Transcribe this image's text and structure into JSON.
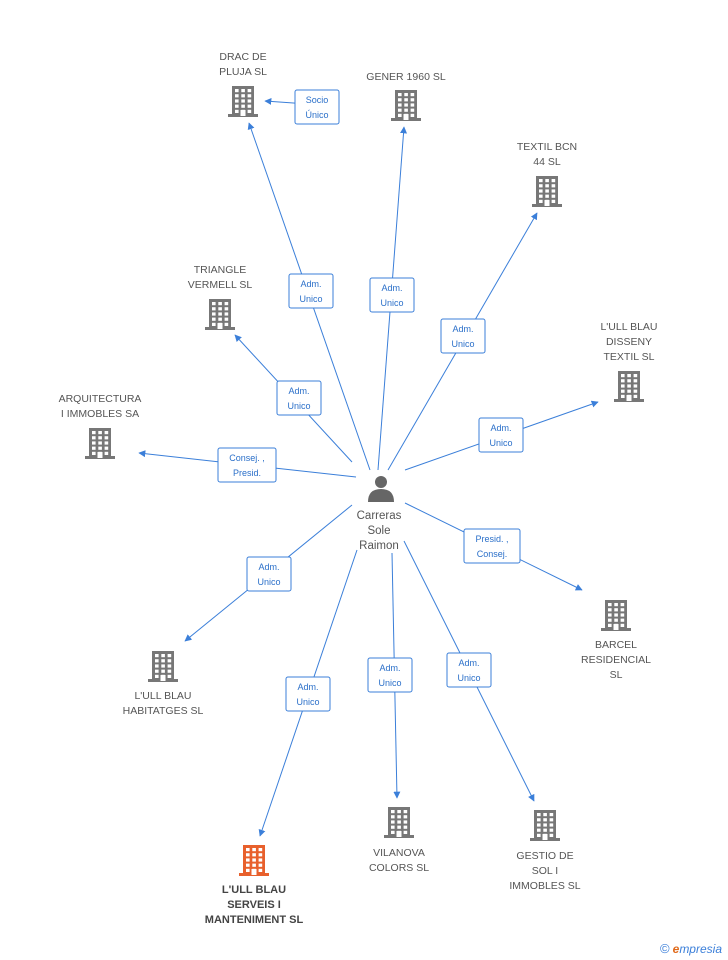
{
  "center": {
    "label_lines": [
      "Carreras",
      "Sole",
      "Raimon"
    ]
  },
  "colors": {
    "edge": "#3b7fd9",
    "building": "#777777",
    "highlight": "#e8602c"
  },
  "companies": [
    {
      "id": "drac",
      "label_lines": [
        "DRAC DE",
        "PLUJA SL"
      ]
    },
    {
      "id": "gener",
      "label_lines": [
        "GENER 1960 SL"
      ]
    },
    {
      "id": "textil44",
      "label_lines": [
        "TEXTIL BCN",
        "44 SL"
      ]
    },
    {
      "id": "triangle",
      "label_lines": [
        "TRIANGLE",
        "VERMELL SL"
      ]
    },
    {
      "id": "disseny",
      "label_lines": [
        "L'ULL BLAU",
        "DISSENY",
        "TEXTIL SL"
      ]
    },
    {
      "id": "arquitectura",
      "label_lines": [
        "ARQUITECTURA",
        "I IMMOBLES SA"
      ]
    },
    {
      "id": "barcel",
      "label_lines": [
        "BARCEL",
        "RESIDENCIAL",
        "SL"
      ]
    },
    {
      "id": "habitatges",
      "label_lines": [
        "L'ULL BLAU",
        "HABITATGES SL"
      ]
    },
    {
      "id": "serveis",
      "label_lines": [
        "L'ULL BLAU",
        "SERVEIS I",
        "MANTENIMENT SL"
      ],
      "highlight": true
    },
    {
      "id": "vilanova",
      "label_lines": [
        "VILANOVA",
        "COLORS SL"
      ]
    },
    {
      "id": "gestio",
      "label_lines": [
        "GESTIO DE",
        "SOL I",
        "IMMOBLES SL"
      ]
    }
  ],
  "edges": [
    {
      "from": "gener",
      "to": "drac",
      "label_lines": [
        "Socio",
        "Único"
      ]
    },
    {
      "from": "center",
      "to": "drac",
      "label_lines": [
        "Adm.",
        "Unico"
      ]
    },
    {
      "from": "center",
      "to": "gener",
      "label_lines": [
        "Adm.",
        "Unico"
      ]
    },
    {
      "from": "center",
      "to": "textil44",
      "label_lines": [
        "Adm.",
        "Unico"
      ]
    },
    {
      "from": "center",
      "to": "triangle",
      "label_lines": [
        "Adm.",
        "Unico"
      ]
    },
    {
      "from": "center",
      "to": "disseny",
      "label_lines": [
        "Adm.",
        "Unico"
      ]
    },
    {
      "from": "center",
      "to": "arquitectura",
      "label_lines": [
        "Consej. ,",
        "Presid."
      ]
    },
    {
      "from": "center",
      "to": "barcel",
      "label_lines": [
        "Presid. ,",
        "Consej."
      ]
    },
    {
      "from": "center",
      "to": "habitatges",
      "label_lines": [
        "Adm.",
        "Unico"
      ]
    },
    {
      "from": "center",
      "to": "serveis",
      "label_lines": [
        "Adm.",
        "Unico"
      ]
    },
    {
      "from": "center",
      "to": "vilanova",
      "label_lines": [
        "Adm.",
        "Unico"
      ]
    },
    {
      "from": "center",
      "to": "gestio",
      "label_lines": [
        "Adm.",
        "Unico"
      ]
    }
  ],
  "footer": {
    "copyright": "©",
    "brand_e": "e",
    "brand_rest": "mpresia"
  }
}
